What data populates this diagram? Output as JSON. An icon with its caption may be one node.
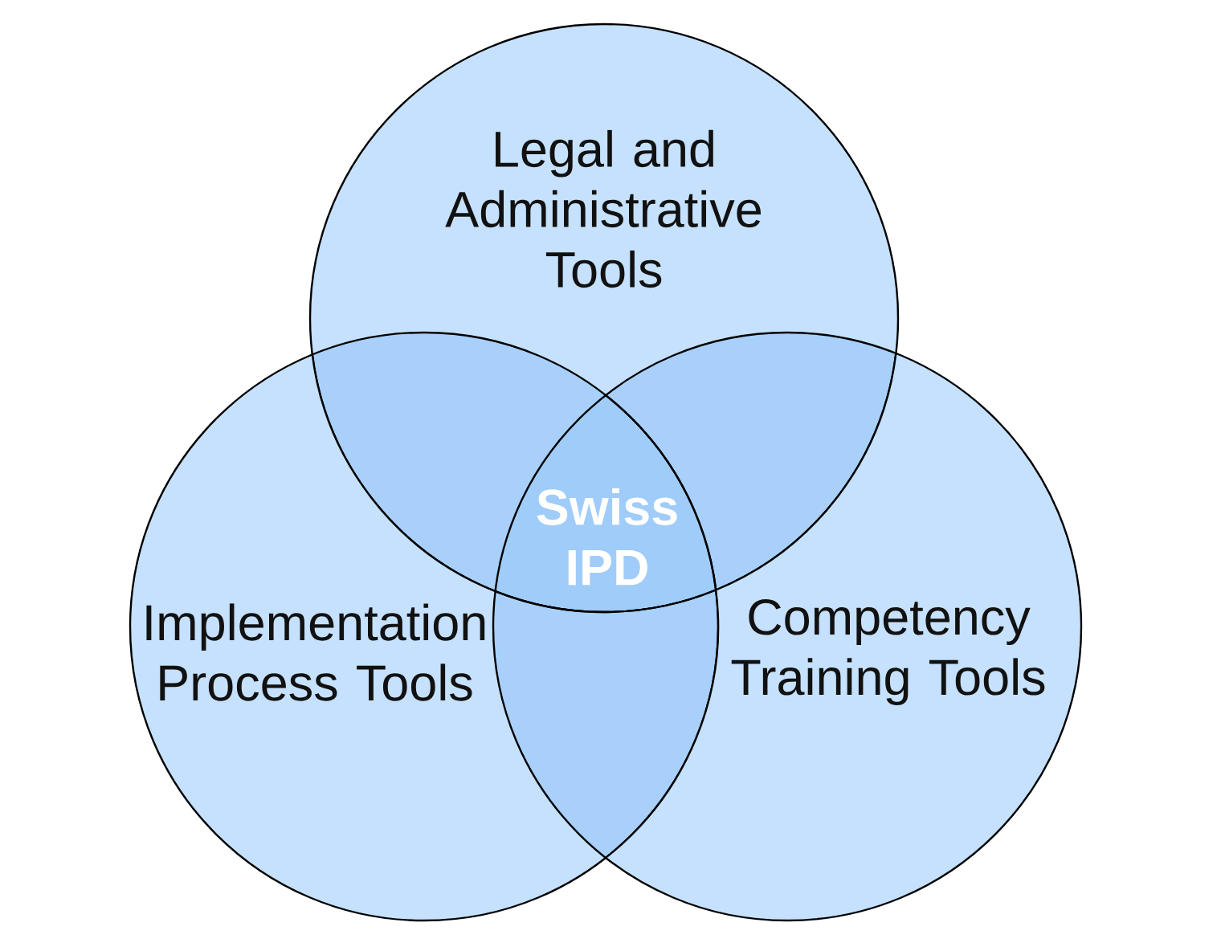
{
  "diagram": {
    "nodes": [
      {
        "text": [
          "Legal and Administrative Tools"
        ]
      },
      {
        "text": [
          "Implementation Process Tools"
        ]
      },
      {
        "text": [
          "Competency Training Tools"
        ]
      }
    ],
    "labels": [
      "Swiss IPD"
    ]
  }
}
